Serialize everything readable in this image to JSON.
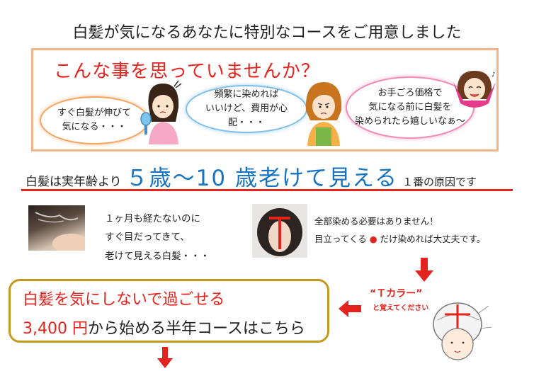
{
  "page": {
    "title": "白髪が気になるあなたに特別なコースをご用意しました"
  },
  "panel": {
    "heading": "こんな事を思っていませんか？",
    "bubbles": [
      {
        "text": "すぐ白髪が伸びて\n気になる・・・"
      },
      {
        "text": "頻繁に染めれば\nいいけど、費用が心配・・・"
      },
      {
        "text": "お手ごろ価格で\n気になる前に白髪を\n染められたら嬉しいなぁ〜"
      }
    ]
  },
  "headline": {
    "pre": "白髪は実年齢より",
    "big": "５歳〜10 歳老けて見える",
    "post": "１番の原因です"
  },
  "gray_hair": {
    "text": "１ヶ月も経たないのに\nすぐ目だってきて、\n老けて見える白髪・・・"
  },
  "tip": {
    "line1": "全部染める必要はありません！",
    "line2_pre": "目立ってくる",
    "line2_dot": "●",
    "line2_post": "だけ染めれば大丈夫です。"
  },
  "cta": {
    "line1": "白髪を気にしないで過ごせる",
    "price": "3,400 円",
    "line2_rest": "から始める半年コースはこちら"
  },
  "tcolor": {
    "label": "“Ｔカラー”",
    "sub": "と覚えてください"
  },
  "colors": {
    "accent_red": "#e5231e",
    "headline_blue": "#1673c2",
    "panel_border": "#f2b48a",
    "cta_border": "#c49a1e"
  }
}
